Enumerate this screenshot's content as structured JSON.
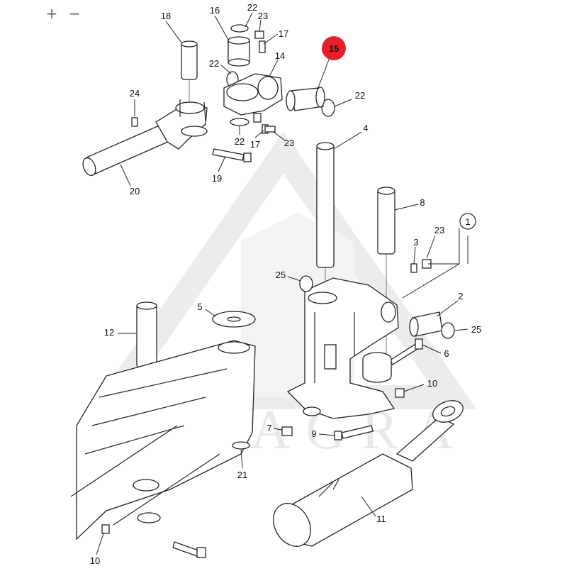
{
  "toolbar": {
    "zoom_in_label": "+",
    "zoom_out_label": "−"
  },
  "watermark": {
    "text": "LYTAGRA",
    "color": "#e9e9e9"
  },
  "highlight": {
    "part_number": "15",
    "color": "#e8202a"
  },
  "callouts": [
    {
      "id": "c18",
      "label": "18"
    },
    {
      "id": "c16",
      "label": "16"
    },
    {
      "id": "c22a",
      "label": "22"
    },
    {
      "id": "c23a",
      "label": "23"
    },
    {
      "id": "c17a",
      "label": "17"
    },
    {
      "id": "c15",
      "label": "15"
    },
    {
      "id": "c14",
      "label": "14"
    },
    {
      "id": "c22b",
      "label": "22"
    },
    {
      "id": "c22c",
      "label": "22"
    },
    {
      "id": "c24",
      "label": "24"
    },
    {
      "id": "c22d",
      "label": "22"
    },
    {
      "id": "c17b",
      "label": "17"
    },
    {
      "id": "c23b",
      "label": "23"
    },
    {
      "id": "c19",
      "label": "19"
    },
    {
      "id": "c20",
      "label": "20"
    },
    {
      "id": "c4",
      "label": "4"
    },
    {
      "id": "c8",
      "label": "8"
    },
    {
      "id": "c1",
      "label": "1"
    },
    {
      "id": "c3",
      "label": "3"
    },
    {
      "id": "c23c",
      "label": "23"
    },
    {
      "id": "c2",
      "label": "2"
    },
    {
      "id": "c25a",
      "label": "25"
    },
    {
      "id": "c25b",
      "label": "25"
    },
    {
      "id": "c5",
      "label": "5"
    },
    {
      "id": "c12",
      "label": "12"
    },
    {
      "id": "c6",
      "label": "6"
    },
    {
      "id": "c10a",
      "label": "10"
    },
    {
      "id": "c7",
      "label": "7"
    },
    {
      "id": "c9",
      "label": "9"
    },
    {
      "id": "c21",
      "label": "21"
    },
    {
      "id": "c11",
      "label": "11"
    },
    {
      "id": "c10b",
      "label": "10"
    }
  ]
}
